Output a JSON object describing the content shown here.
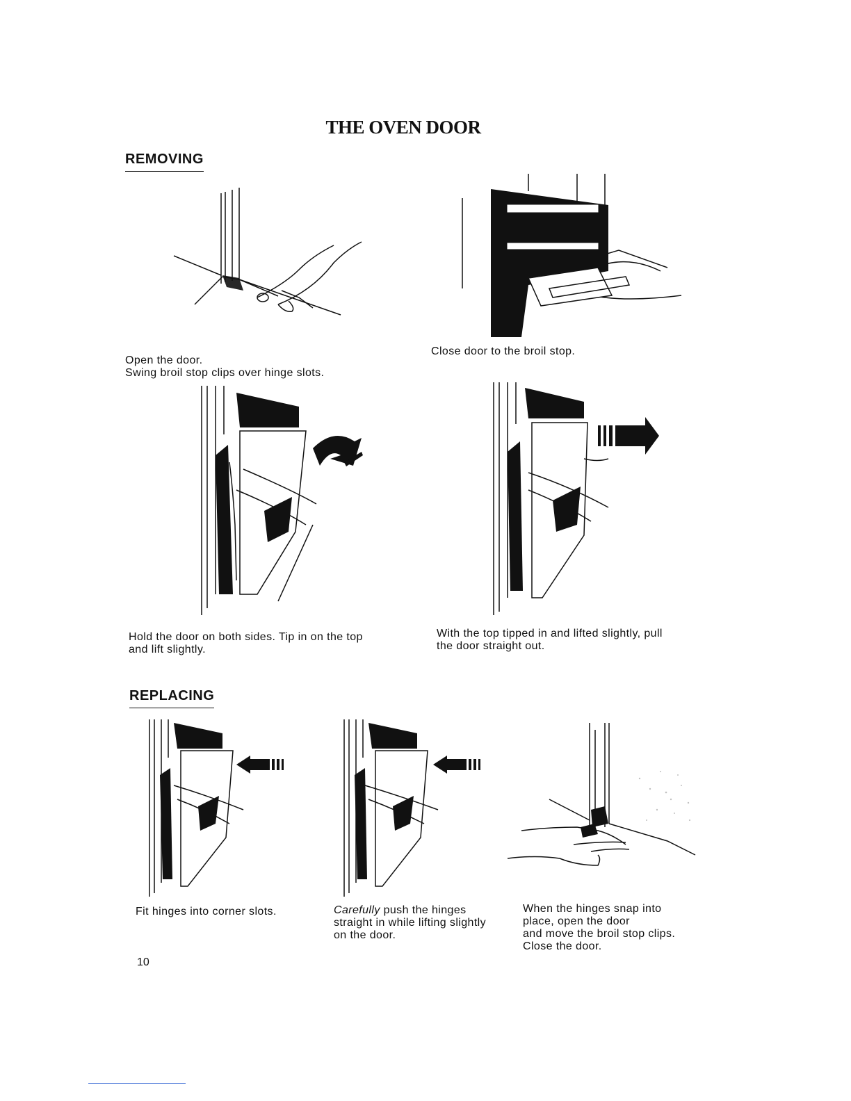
{
  "title": "THE OVEN DOOR",
  "sections": {
    "removing": "REMOVING",
    "replacing": "REPLACING"
  },
  "captions": {
    "step1": [
      "Open the door.",
      "Swing broil stop clips over hinge slots."
    ],
    "step2": [
      "Close door to the broil stop."
    ],
    "step3": [
      "Hold the door on both sides. Tip in on the top",
      "and lift slightly."
    ],
    "step4": [
      "With the top tipped in and lifted slightly, pull",
      "the door straight out."
    ],
    "step5": [
      "Fit hinges into corner slots."
    ],
    "step6_emphasis": "Carefully",
    "step6": [
      " push the hinges",
      "straight in while lifting slightly",
      "on the door."
    ],
    "step7": [
      "When the hinges snap into",
      "place, open the door",
      "and move the broil stop clips.",
      "Close the door."
    ]
  },
  "page_number": "10",
  "illustrations": [
    {
      "id": "fig1",
      "icon": "hinge-clip-swing-illustration"
    },
    {
      "id": "fig2",
      "icon": "broil-stop-close-illustration"
    },
    {
      "id": "fig3",
      "icon": "door-tip-in-illustration"
    },
    {
      "id": "fig4",
      "icon": "door-pull-out-illustration"
    },
    {
      "id": "fig5",
      "icon": "hinges-fit-illustration"
    },
    {
      "id": "fig6",
      "icon": "hinges-push-illustration"
    },
    {
      "id": "fig7",
      "icon": "hinges-snap-illustration"
    }
  ]
}
